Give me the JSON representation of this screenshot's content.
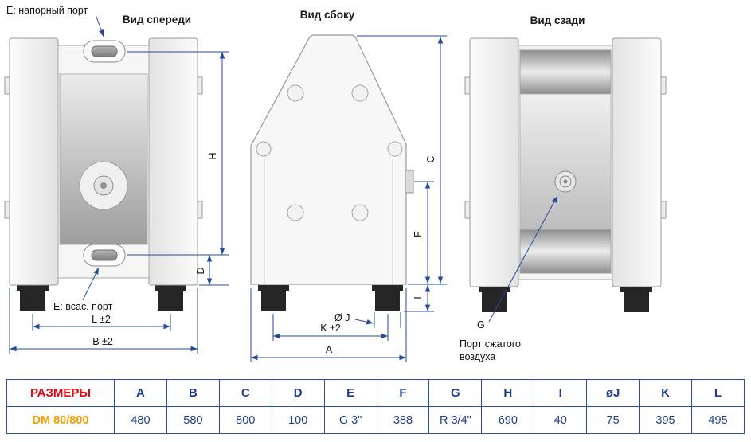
{
  "labels": {
    "pressure_port": "E: напорный порт",
    "suction_port": "E: всас. порт",
    "view_front": "Вид спереди",
    "view_side": "Вид сбоку",
    "view_rear": "Вид сзади",
    "air_port_letter": "G",
    "air_port_line1": "Порт сжатого",
    "air_port_line2": "воздуха",
    "dim_H": "H",
    "dim_D": "D",
    "dim_L": "L ±2",
    "dim_B": "B ±2",
    "dim_C": "C",
    "dim_F": "F",
    "dim_I": "I",
    "dim_J": "Ø J",
    "dim_K": "K ±2",
    "dim_A": "A"
  },
  "table": {
    "header_label": "РАЗМЕРЫ",
    "columns": [
      "A",
      "B",
      "C",
      "D",
      "E",
      "F",
      "G",
      "H",
      "I",
      "øJ",
      "K",
      "L"
    ],
    "row_label": "DM 80/800",
    "values": [
      "480",
      "580",
      "800",
      "100",
      "G 3\"",
      "388",
      "R 3/4\"",
      "690",
      "40",
      "75",
      "395",
      "495"
    ]
  },
  "colors": {
    "dimension_blue": "#27499b",
    "table_border": "#2a4d9e",
    "table_text": "#1d3c8f",
    "header_red": "#e30613",
    "model_orange": "#f59c00"
  }
}
